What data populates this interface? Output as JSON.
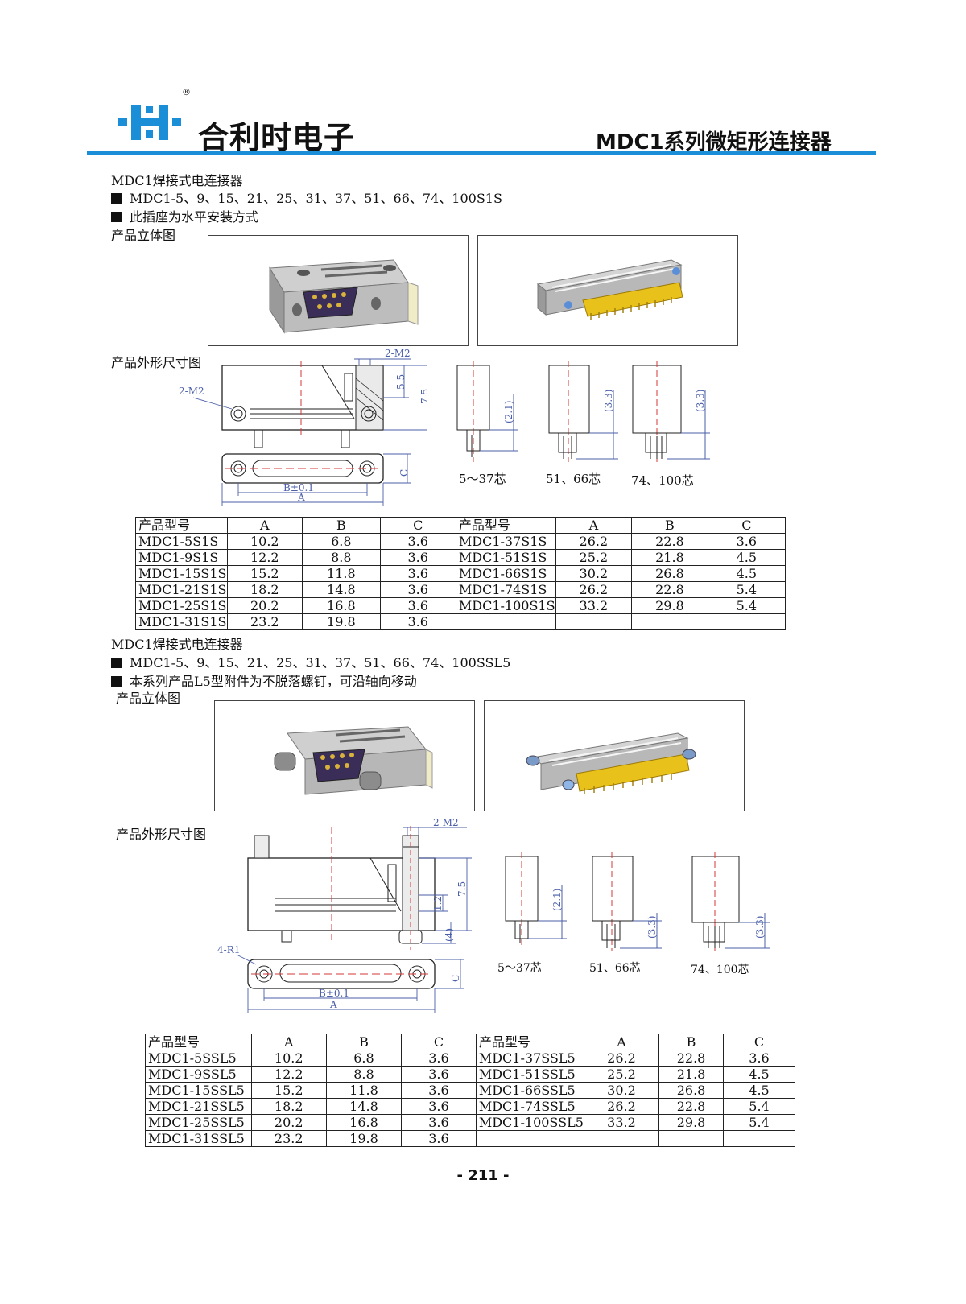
{
  "header": {
    "logo_reg": "®",
    "company": "合利时电子",
    "series_title": "MDC1系列微矩形连接器",
    "colors": {
      "brand_blue": "#1a8fd8",
      "rule_blue": "#1a8fd8"
    }
  },
  "section1": {
    "title": "MDC1焊接式电连接器",
    "bullet1": "MDC1-5、9、15、21、25、31、37、51、66、74、100S1S",
    "bullet2": "此插座为水平安装方式",
    "view3d": "产品立体图",
    "dims_title": "产品外形尺寸图",
    "drawing_labels": {
      "m2_top": "2-M2",
      "m2_left": "2-M2",
      "d55": "5.5",
      "d75": "7.5",
      "c": "C",
      "b": "B±0.1",
      "a": "A"
    },
    "side_views": [
      {
        "dim": "(2.1)",
        "caption": "5～37芯"
      },
      {
        "dim": "(3.3)",
        "caption": "51、66芯"
      },
      {
        "dim": "(3.3)",
        "caption": "74、100芯"
      }
    ],
    "table": {
      "headers": [
        "产品型号",
        "A",
        "B",
        "C",
        "产品型号",
        "A",
        "B",
        "C"
      ],
      "rows": [
        [
          "MDC1-5S1S",
          "10.2",
          "6.8",
          "3.6",
          "MDC1-37S1S",
          "26.2",
          "22.8",
          "3.6"
        ],
        [
          "MDC1-9S1S",
          "12.2",
          "8.8",
          "3.6",
          "MDC1-51S1S",
          "25.2",
          "21.8",
          "4.5"
        ],
        [
          "MDC1-15S1S",
          "15.2",
          "11.8",
          "3.6",
          "MDC1-66S1S",
          "30.2",
          "26.8",
          "4.5"
        ],
        [
          "MDC1-21S1S",
          "18.2",
          "14.8",
          "3.6",
          "MDC1-74S1S",
          "26.2",
          "22.8",
          "5.4"
        ],
        [
          "MDC1-25S1S",
          "20.2",
          "16.8",
          "3.6",
          "MDC1-100S1S",
          "33.2",
          "29.8",
          "5.4"
        ],
        [
          "MDC1-31S1S",
          "23.2",
          "19.8",
          "3.6",
          "",
          "",
          "",
          ""
        ]
      ]
    }
  },
  "section2": {
    "title": "MDC1焊接式电连接器",
    "bullet1": "MDC1-5、9、15、21、25、31、37、51、66、74、100SSL5",
    "bullet2": "本系列产品L5型附件为不脱落螺钉，可沿轴向移动",
    "view3d": "产品立体图",
    "dims_title": "产品外形尺寸图",
    "drawing_labels": {
      "m2_top": "2-M2",
      "r1": "4-R1",
      "d12": "1.2",
      "d75": "7.5",
      "d4": "(4)",
      "c": "C",
      "b": "B±0.1",
      "a": "A"
    },
    "side_views": [
      {
        "dim": "(2.1)",
        "caption": "5～37芯"
      },
      {
        "dim": "(3.3)",
        "caption": "51、66芯"
      },
      {
        "dim": "(3.3)",
        "caption": "74、100芯"
      }
    ],
    "table": {
      "headers": [
        "产品型号",
        "A",
        "B",
        "C",
        "产品型号",
        "A",
        "B",
        "C"
      ],
      "rows": [
        [
          "MDC1-5SSL5",
          "10.2",
          "6.8",
          "3.6",
          "MDC1-37SSL5",
          "26.2",
          "22.8",
          "3.6"
        ],
        [
          "MDC1-9SSL5",
          "12.2",
          "8.8",
          "3.6",
          "MDC1-51SSL5",
          "25.2",
          "21.8",
          "4.5"
        ],
        [
          "MDC1-15SSL5",
          "15.2",
          "11.8",
          "3.6",
          "MDC1-66SSL5",
          "30.2",
          "26.8",
          "4.5"
        ],
        [
          "MDC1-21SSL5",
          "18.2",
          "14.8",
          "3.6",
          "MDC1-74SSL5",
          "26.2",
          "22.8",
          "5.4"
        ],
        [
          "MDC1-25SSL5",
          "20.2",
          "16.8",
          "3.6",
          "MDC1-100SSL5",
          "33.2",
          "29.8",
          "5.4"
        ],
        [
          "MDC1-31SSL5",
          "23.2",
          "19.8",
          "3.6",
          "",
          "",
          "",
          ""
        ]
      ]
    }
  },
  "footer": {
    "page_number": "- 211 -"
  }
}
